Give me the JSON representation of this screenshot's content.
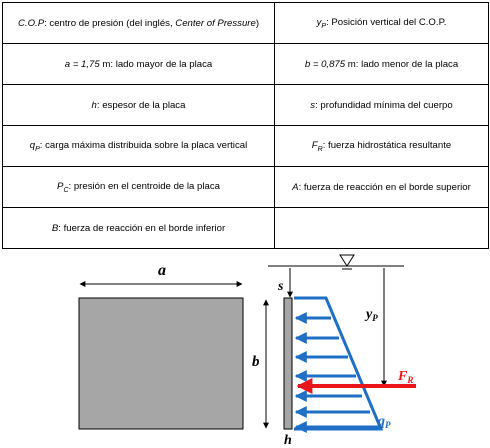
{
  "table": {
    "rows": [
      {
        "left": {
          "sym": "C.O.P",
          "text": ": centro de presión (del inglés, ",
          "em": "Center of Pressure",
          "tail": ")"
        },
        "right": {
          "sym": "yP",
          "text": ": Posición vertical del C.O.P."
        }
      },
      {
        "left": {
          "sym": "a = 1,75",
          "text": " m: lado mayor de la placa"
        },
        "right": {
          "sym": "b = 0,875",
          "text": " m: lado menor de la placa"
        }
      },
      {
        "left": {
          "sym": "h",
          "text": ": espesor de la placa"
        },
        "right": {
          "sym": "s",
          "text": ": profundidad mínima del cuerpo"
        }
      },
      {
        "left": {
          "sym": "qP",
          "text": ": carga máxima distribuida sobre la placa vertical"
        },
        "right": {
          "sym": "FR",
          "text": ": fuerza hidrostática resultante"
        }
      },
      {
        "left": {
          "sym": "PC",
          "text": ": presión en el centroide de la placa"
        },
        "right": {
          "sym": "A",
          "text": ": fuerza de reacción en el borde superior"
        }
      },
      {
        "left": {
          "sym": "B",
          "text": ": fuerza de reacción en el borde inferior"
        },
        "right": {
          "sym": "",
          "text": ""
        }
      }
    ]
  },
  "figure": {
    "label_a": "a",
    "label_b": "b",
    "label_s": "s",
    "label_h": "h",
    "label_yp": "yP",
    "label_fr": "FR",
    "label_qp": "qP",
    "colors": {
      "plate": "#a6a6a6",
      "pressure_arrows": "#1f6fc6",
      "resultant": "#e8161b",
      "lines": "#000000"
    }
  }
}
